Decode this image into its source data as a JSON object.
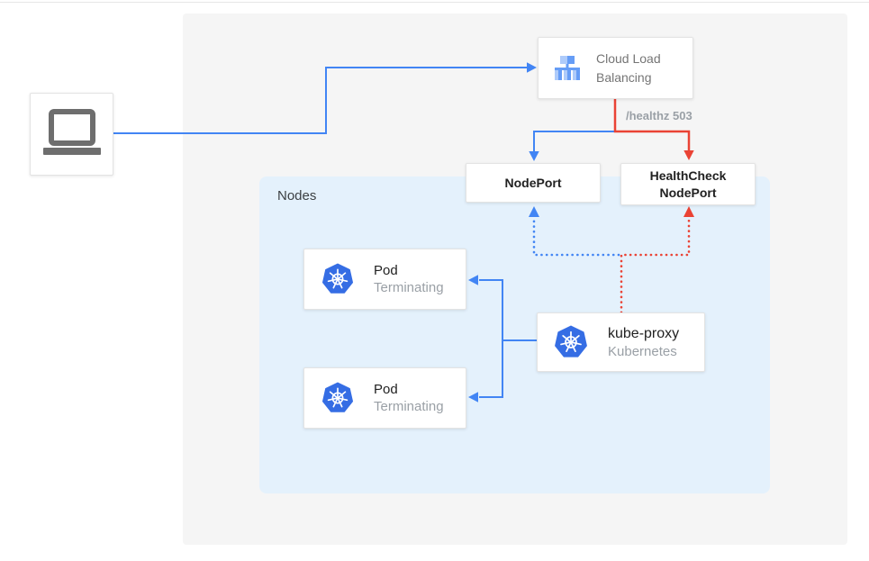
{
  "colors": {
    "blue": "#4285f4",
    "red": "#ea4335",
    "panel_bg": "#f5f5f5",
    "nodes_bg": "#e4f1fc",
    "box_border": "#e3e3e3",
    "title_text": "#212121",
    "subtitle_text": "#9aa0a6",
    "gray_label": "#9aa0a6",
    "clb_text": "#757575",
    "nodes_label_text": "#3c4043",
    "k8s_blue": "#356de4",
    "icon_blue_light": "#aecbfa",
    "icon_blue_medium": "#669df6",
    "laptop_gray": "#6e6e6e"
  },
  "diagram": {
    "client_box": {
      "icon": "laptop-icon"
    },
    "cloud_load_balancing": {
      "label": "Cloud Load Balancing",
      "icon": "load-balancer-icon"
    },
    "healthz_label": "/healthz 503",
    "nodeport": {
      "label": "NodePort"
    },
    "healthcheck_nodeport": {
      "line1": "HealthCheck",
      "line2": "NodePort"
    },
    "nodes_group": {
      "label": "Nodes"
    },
    "pods": [
      {
        "title": "Pod",
        "subtitle": "Terminating",
        "icon": "kubernetes-icon"
      },
      {
        "title": "Pod",
        "subtitle": "Terminating",
        "icon": "kubernetes-icon"
      }
    ],
    "kube_proxy": {
      "title": "kube-proxy",
      "subtitle": "Kubernetes",
      "icon": "kubernetes-icon"
    }
  }
}
